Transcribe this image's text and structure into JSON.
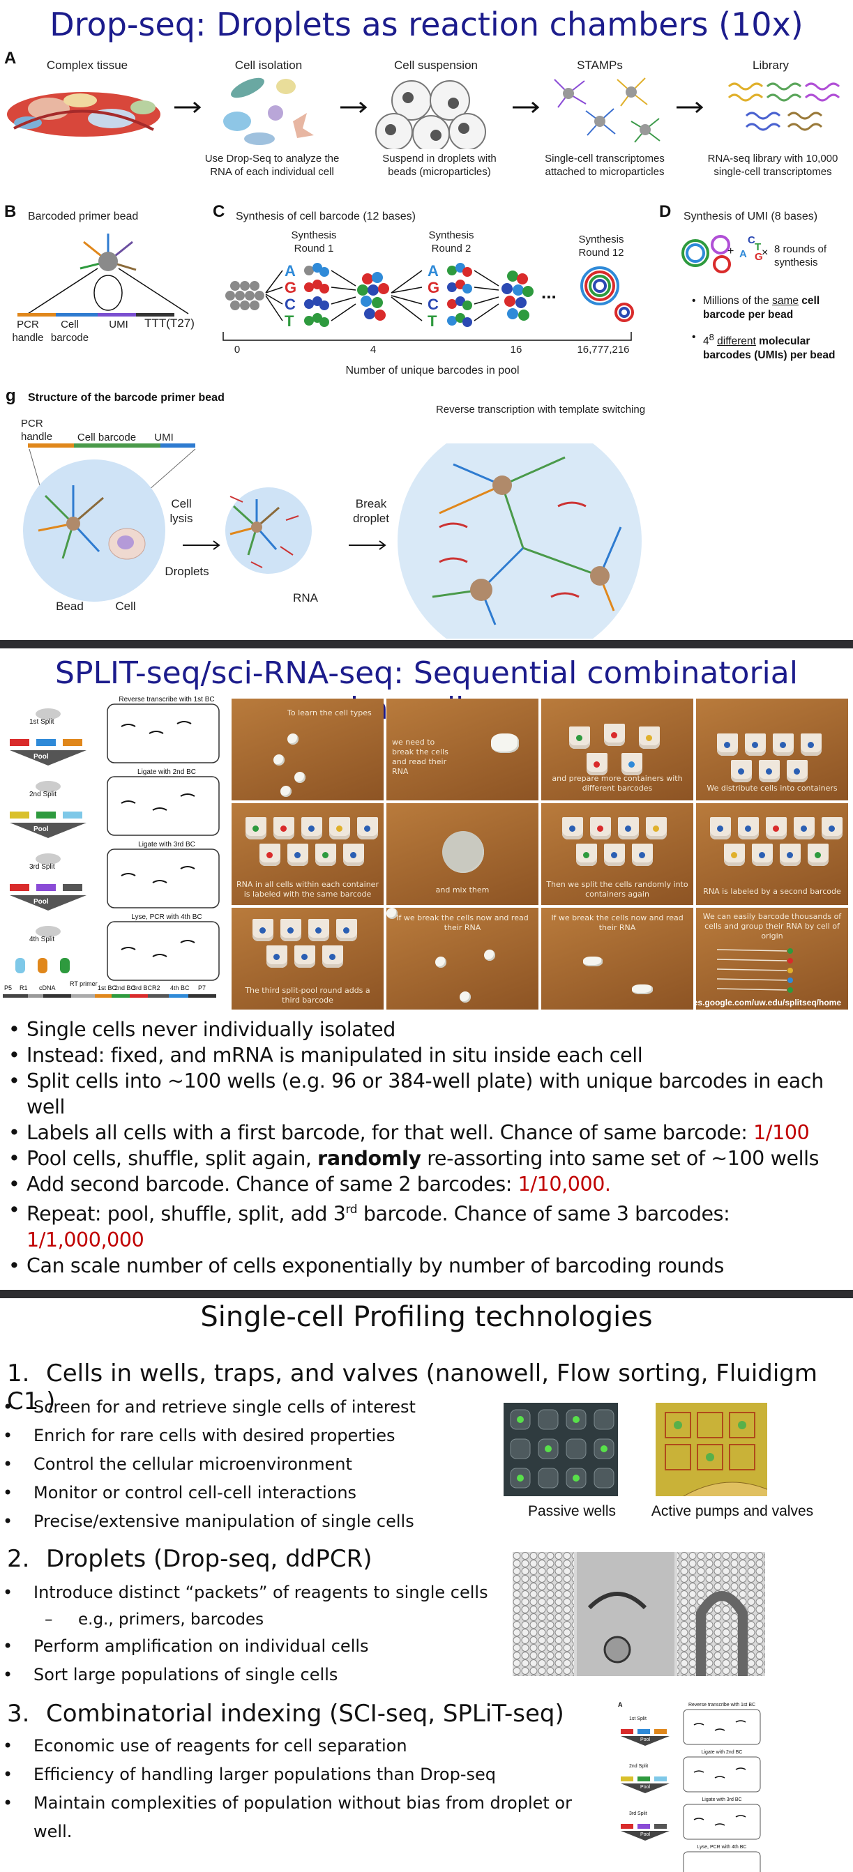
{
  "dropseq": {
    "title": "Drop-seq: Droplets as reaction chambers (10x)",
    "panel_a": {
      "letter": "A",
      "steps": [
        {
          "label": "Complex tissue",
          "caption": ""
        },
        {
          "label": "Cell isolation",
          "caption": "Use Drop-Seq to analyze the RNA of each individual cell"
        },
        {
          "label": "Cell suspension",
          "caption": "Suspend in droplets with beads (microparticles)"
        },
        {
          "label": "STAMPs",
          "caption": "Single-cell transcriptomes attached to microparticles"
        },
        {
          "label": "Library",
          "caption": "RNA-seq library with 10,000 single-cell transcriptomes"
        }
      ]
    },
    "panel_b": {
      "letter": "B",
      "title": "Barcoded primer bead",
      "labels": [
        "PCR handle",
        "Cell barcode",
        "UMI",
        "TTT(T27)"
      ]
    },
    "panel_c": {
      "letter": "C",
      "title": "Synthesis of cell barcode (12 bases)",
      "rounds": [
        "Synthesis Round 1",
        "Synthesis Round 2",
        "Synthesis Round 12"
      ],
      "bases": [
        "A",
        "G",
        "C",
        "T"
      ],
      "counts": [
        "0",
        "4",
        "16",
        "16,777,216"
      ],
      "ellipsis": "...",
      "axis_label": "Number of unique barcodes in pool"
    },
    "panel_d": {
      "letter": "D",
      "title": "Synthesis of UMI (8 bases)",
      "rounds_text": "8 rounds of synthesis",
      "times": "×",
      "plus": "+",
      "bullet1_a": "Millions of the ",
      "bullet1_u": "same",
      "bullet1_b": " cell barcode per bead",
      "bullet2_a": "4",
      "bullet2_sup": "8",
      "bullet2_u": "different",
      "bullet2_b": " molecular barcodes (UMIs) per bead"
    },
    "panel_g": {
      "letter": "g",
      "title": "Structure of the barcode primer bead",
      "segments": [
        "PCR handle",
        "Cell barcode",
        "UMI"
      ],
      "arrow1": "Cell lysis",
      "arrow2": "Break droplet",
      "labels": [
        "Bead",
        "Cell",
        "Droplets",
        "RNA"
      ],
      "rt_title": "Reverse transcription with template switching"
    }
  },
  "splitseq": {
    "title": "SPLIT-seq/sci-RNA-seq: Sequential combinatorial barcoding",
    "diagram": {
      "steps": [
        {
          "split": "1st Split",
          "action": "Reverse transcribe with 1st BC"
        },
        {
          "split": "2nd Split",
          "action": "Ligate with 2nd BC"
        },
        {
          "split": "3rd Split",
          "action": "Ligate with 3rd BC"
        },
        {
          "split": "4th Split",
          "action": "Lyse, PCR with 4th BC"
        }
      ],
      "pool": "Pool",
      "read_structure": [
        "P5",
        "R1",
        "cDNA",
        "RT primer",
        "1st BC",
        "2nd BC",
        "3rd BC",
        "R2",
        "4th BC",
        "P7"
      ]
    },
    "photos": [
      "To learn the cell types",
      "we need to break the cells and read their RNA",
      "and prepare more containers with different barcodes",
      "We distribute cells into containers",
      "RNA in all cells within each container is labeled with the same barcode",
      "and mix them",
      "Then we split the cells randomly into containers again",
      "RNA is labeled by a second barcode",
      "The third split-pool round adds a third barcode",
      "If we break the cells now and read their RNA",
      "If we break the cells now and read their RNA",
      "We can easily barcode thousands of cells and group their RNA by cell of origin"
    ],
    "url": "https://sites.google.com/uw.edu/splitseq/home",
    "bullets": {
      "b1": "Single cells never individually isolated",
      "b2": "Instead: fixed, and mRNA is manipulated in situ inside each cell",
      "b3": "Split cells into ~100 wells (e.g. 96 or 384-well plate) with unique barcodes in each well",
      "b4_text": "Labels all cells with a first barcode, for that well. Chance of same barcode: ",
      "b4_red": "1/100",
      "b5_a": "Pool cells, shuffle, split again, ",
      "b5_bold": "randomly",
      "b5_b": " re-assorting into same set of ~100 wells",
      "b6_text": "Add second barcode. Chance of same 2 barcodes: ",
      "b6_red": "1/10,000.",
      "b7_a": "Repeat: pool, shuffle, split, add 3",
      "b7_sup": "rd",
      "b7_b": " barcode. Chance of same 3 barcodes: ",
      "b7_red": "1/1,000,000",
      "b8": "Can scale number of cells exponentially by number of barcoding rounds"
    }
  },
  "profiling": {
    "title": "Single-cell Profiling technologies",
    "sections": [
      {
        "num": "1.",
        "heading": "Cells in wells, traps, and valves (nanowell, Flow sorting, Fluidigm C1 )",
        "bullets": [
          "Screen for and retrieve single cells of interest",
          "Enrich for rare cells with desired properties",
          "Control the cellular microenvironment",
          "Monitor or control cell-cell interactions",
          "Precise/extensive manipulation of single cells"
        ],
        "image_captions": [
          "Passive wells",
          "Active pumps and valves"
        ]
      },
      {
        "num": "2.",
        "heading": "Droplets (Drop-seq, ddPCR)",
        "bullets": [
          "Introduce distinct “packets” of reagents to single cells",
          "e.g., primers, barcodes",
          "Perform amplification on individual cells",
          "Sort large populations of single cells"
        ]
      },
      {
        "num": "3.",
        "heading": "Combinatorial indexing (SCI-seq, SPLiT-seq)",
        "bullets": [
          "Economic use of reagents for cell separation",
          "Efficiency of handling larger populations than Drop-seq",
          "Maintain complexities of population without bias from droplet or well."
        ],
        "thumb_letter": "A",
        "thumb_labels": [
          "1st Split",
          "Reverse transcribe with 1st BC",
          "Pool",
          "2nd Split",
          "Ligate with 2nd BC",
          "Pool",
          "3rd Split",
          "Ligate with 3rd BC",
          "Pool",
          "Lyse, PCR with 4th BC"
        ]
      }
    ]
  },
  "colors": {
    "title_blue": "#1c1c8c",
    "divider": "#2d2d30",
    "red": "#c00000",
    "base_A": "#2f8ad8",
    "base_G": "#d92b2b",
    "base_C": "#2b49b3",
    "base_T": "#2e9a3e",
    "photo_brown": "#9a5e2a"
  }
}
